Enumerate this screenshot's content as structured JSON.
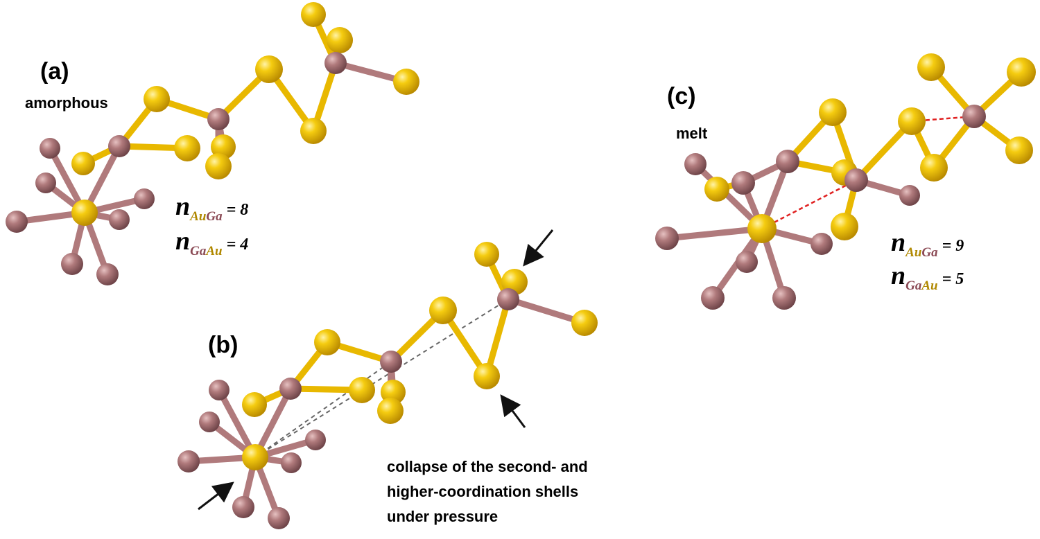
{
  "colors": {
    "au": "#f2c400",
    "ga": "#b07a7c",
    "neighbor_dash": "#e02020",
    "guide_dash": "#666666",
    "arrow": "#111111"
  },
  "panels": {
    "a": {
      "label": "(a)",
      "state": "amorphous",
      "n1": {
        "symbol": "n",
        "sub_first": "Au",
        "sub_second": "Ga",
        "value": "= 8"
      },
      "n2": {
        "symbol": "n",
        "sub_first": "Ga",
        "sub_second": "Au",
        "value": "= 4"
      }
    },
    "b": {
      "label": "(b)",
      "note": [
        "collapse of the second- and",
        "higher-coordination shells",
        "under pressure"
      ]
    },
    "c": {
      "label": "(c)",
      "state": "melt",
      "n1": {
        "symbol": "n",
        "sub_first": "Au",
        "sub_second": "Ga",
        "value": "= 9"
      },
      "n2": {
        "symbol": "n",
        "sub_first": "Ga",
        "sub_second": "Au",
        "value": "= 5"
      }
    }
  }
}
